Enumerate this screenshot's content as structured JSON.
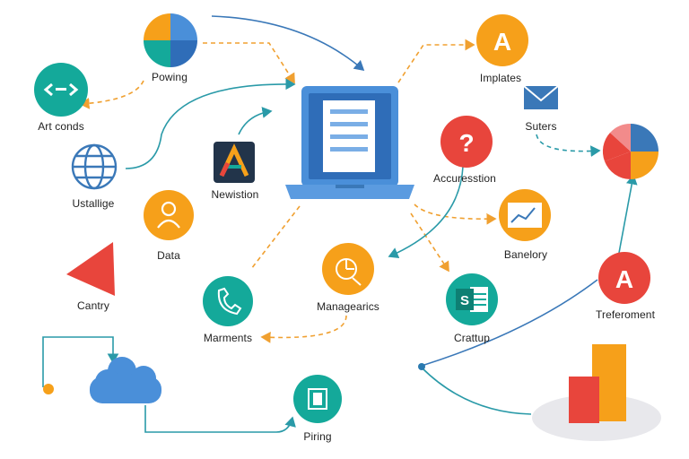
{
  "nodes": {
    "powing": {
      "label": "Powing",
      "icon": "pie-chart-icon"
    },
    "art_conds": {
      "label": "Art conds",
      "icon": "code-brackets-icon"
    },
    "ustallige": {
      "label": "Ustallige",
      "icon": "globe-icon"
    },
    "newistion": {
      "label": "Newistion",
      "icon": "a-logo-icon"
    },
    "data": {
      "label": "Data",
      "icon": "user-icon"
    },
    "cantry": {
      "label": "Cantry",
      "icon": "triangle-icon"
    },
    "marments": {
      "label": "Marments",
      "icon": "phone-icon"
    },
    "managearics": {
      "label": "Managearics",
      "icon": "clock-chart-icon"
    },
    "implates": {
      "label": "Implates",
      "icon": "letter-a-icon",
      "glyph": "A"
    },
    "suters": {
      "label": "Suters",
      "icon": "envelope-icon"
    },
    "accuresstion": {
      "label": "Accuresstion",
      "icon": "question-icon",
      "glyph": "?"
    },
    "banelory": {
      "label": "Banelory",
      "icon": "line-chart-icon"
    },
    "crattup": {
      "label": "Crattup",
      "icon": "spreadsheet-icon",
      "glyph": "S"
    },
    "treferoment": {
      "label": "Treferoment",
      "icon": "letter-a-icon",
      "glyph": "A"
    },
    "piring": {
      "label": "Piring",
      "icon": "document-icon"
    },
    "logo_glyph": "A"
  },
  "colors": {
    "teal": "#14a99a",
    "orange": "#f6a01a",
    "red": "#e8453c",
    "blue": "#4a8fd9",
    "dashed": "#f0a030",
    "connector": "#2a9aa8"
  }
}
